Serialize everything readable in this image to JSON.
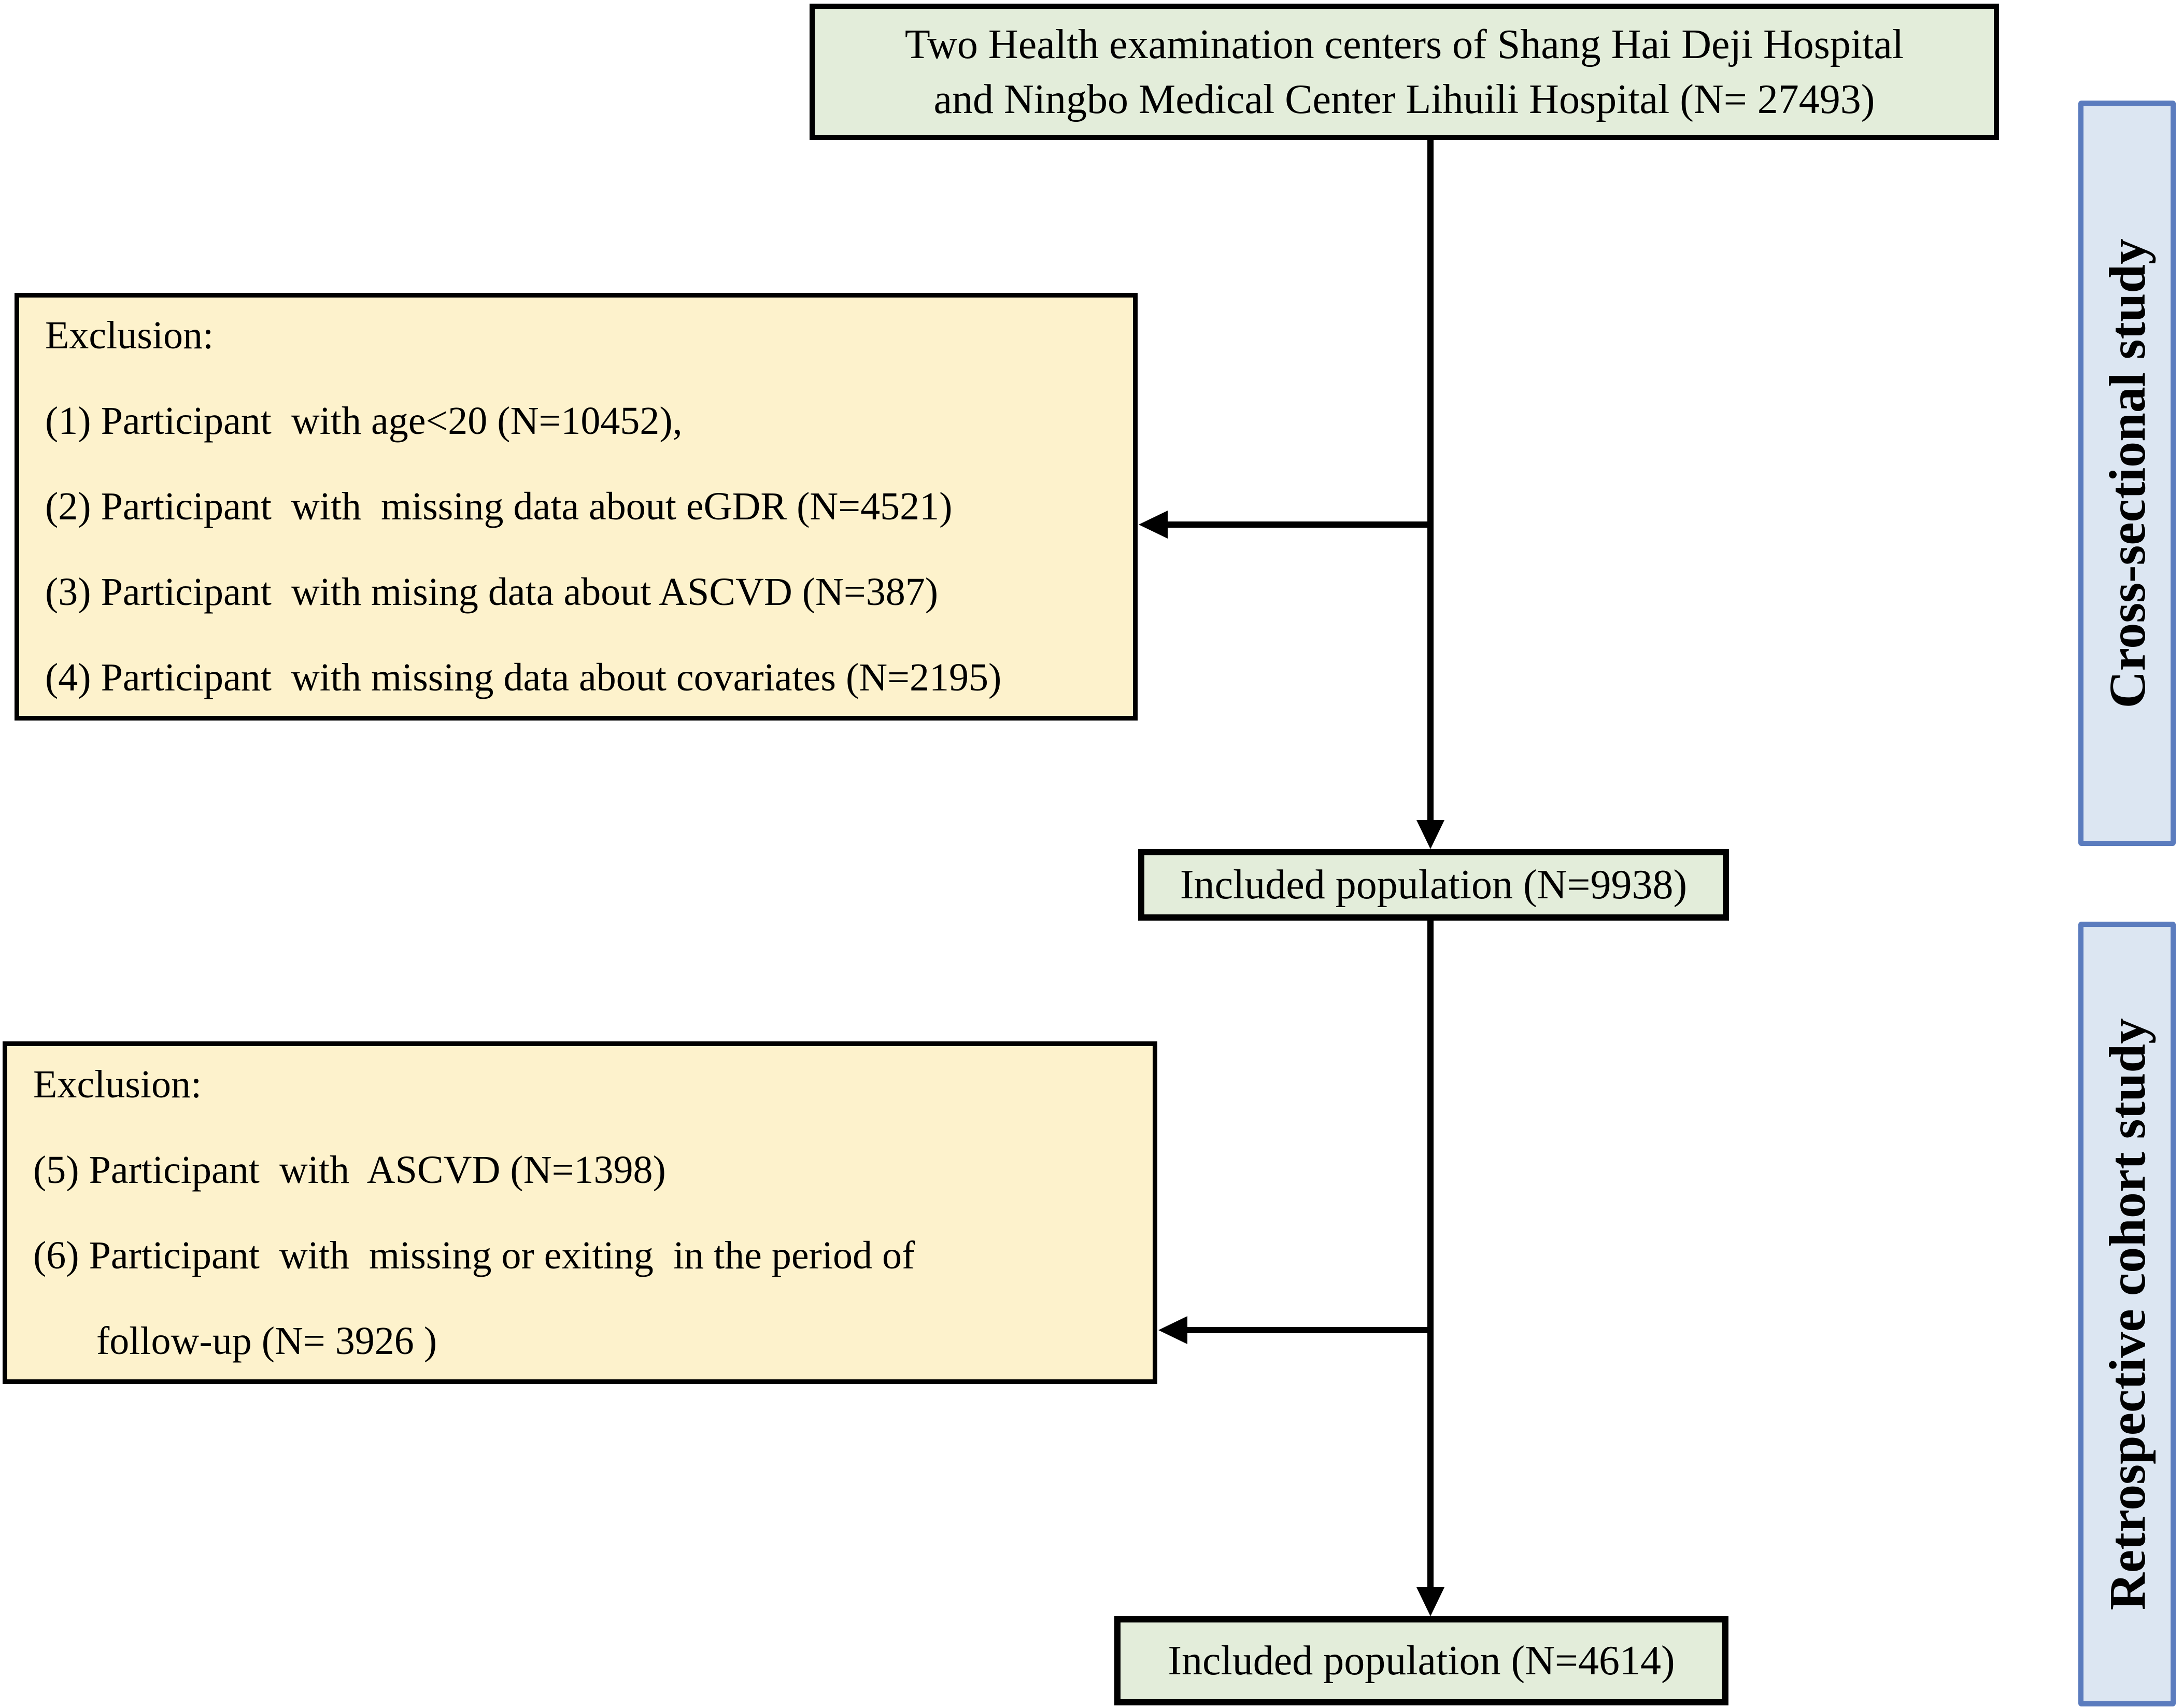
{
  "flow": {
    "source_box": {
      "line1": "Two Health examination centers of Shang Hai Deji Hospital",
      "line2": "and Ningbo Medical Center Lihuili Hospital (N= 27493)"
    },
    "exclusion_box_1": {
      "title": "Exclusion:",
      "items": [
        "(1) Participant  with age<20 (N=10452),",
        "(2) Participant  with  missing data about eGDR (N=4521)",
        "(3) Participant  with mising data about ASCVD (N=387)",
        "(4) Participant  with missing data about covariates (N=2195)"
      ]
    },
    "included_box_1": {
      "text": "Included population (N=9938)"
    },
    "exclusion_box_2": {
      "title": "Exclusion:",
      "items": [
        "(5) Participant  with  ASCVD (N=1398)",
        "(6) Participant  with  missing or exiting  in the period of",
        "follow-up (N= 3926 )"
      ]
    },
    "included_box_2": {
      "text": "Included population (N=4614)"
    },
    "phase_labels": {
      "cross_sectional": "Cross-sectional study",
      "retrospective_cohort": "Retrospective cohort study"
    },
    "colors": {
      "population_box_fill": "#e3edda",
      "exclusion_box_fill": "#fdf2cc",
      "phase_label_fill": "#dce6f2",
      "phase_label_border": "#5b7cbe",
      "connector": "#000000"
    }
  }
}
